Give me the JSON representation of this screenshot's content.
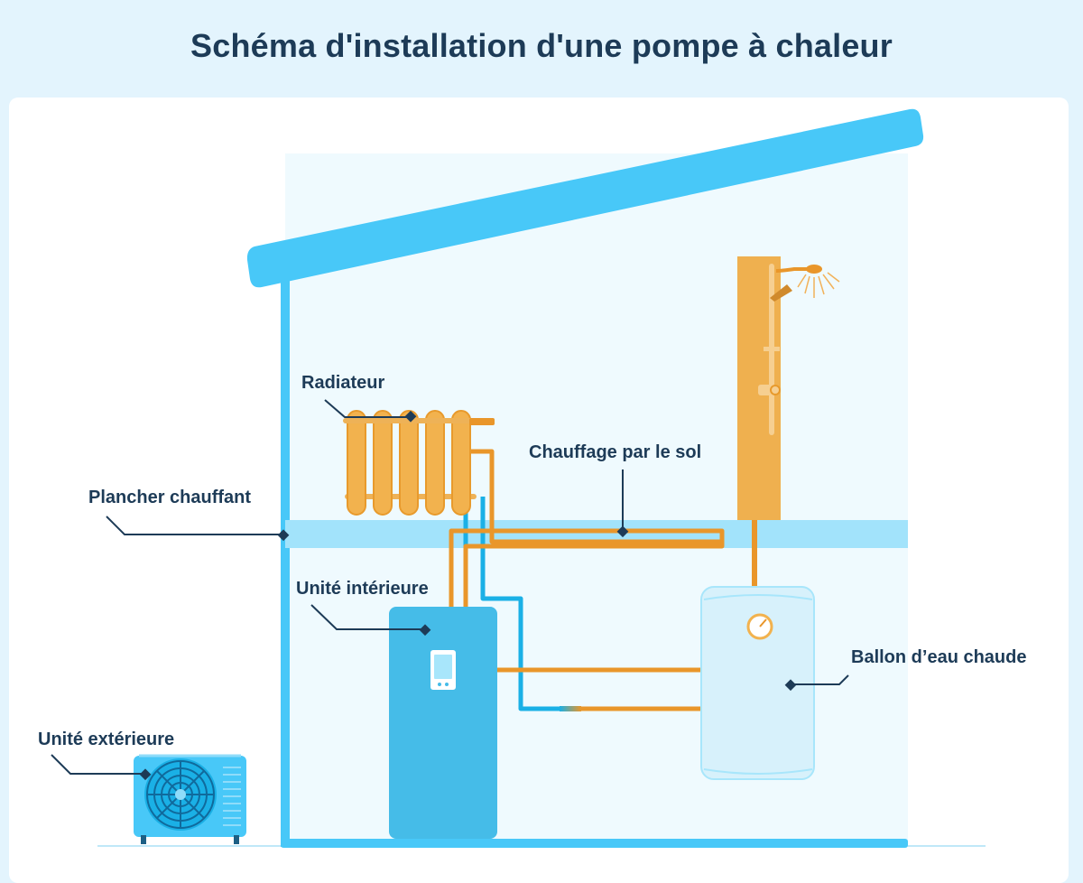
{
  "title": "Schéma d'installation d'une pompe à chaleur",
  "labels": {
    "radiateur": "Radiateur",
    "chauffage_sol": "Chauffage par le sol",
    "plancher": "Plancher chauffant",
    "unite_interieure": "Unité intérieure",
    "ballon": "Ballon d’eau chaude",
    "unite_exterieure": "Unité extérieure"
  },
  "colors": {
    "background": "#e3f4fd",
    "house_frame": "#48c8f8",
    "pipe_hot": "#e9962a",
    "pipe_cold": "#1ab0e6",
    "text": "#1d3b57"
  }
}
